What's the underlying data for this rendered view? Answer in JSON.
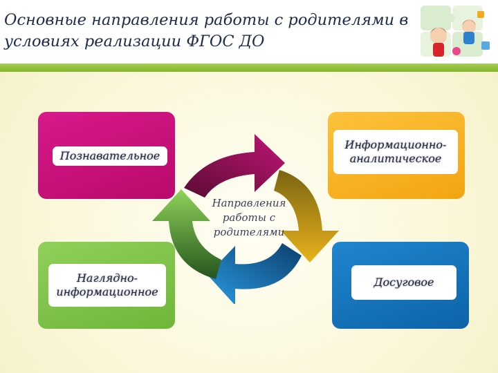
{
  "slide": {
    "title": "Основные направления работы с родителями в условиях реализации ФГОС ДО"
  },
  "diagram": {
    "center": "Направления работы с родителями",
    "nodes": {
      "cognitive": "Познавательное",
      "informational_analytical": "Информационно-аналитическое",
      "visual_informational": "Наглядно-информационное",
      "leisure": "Досуговое"
    }
  },
  "colors": {
    "magenta": "#c81079",
    "orange": "#f6b222",
    "green": "#7fc24a",
    "blue": "#1676bd",
    "header_bar": "#92bd3c"
  },
  "icons": {
    "logo": "children-puzzle-logo"
  }
}
